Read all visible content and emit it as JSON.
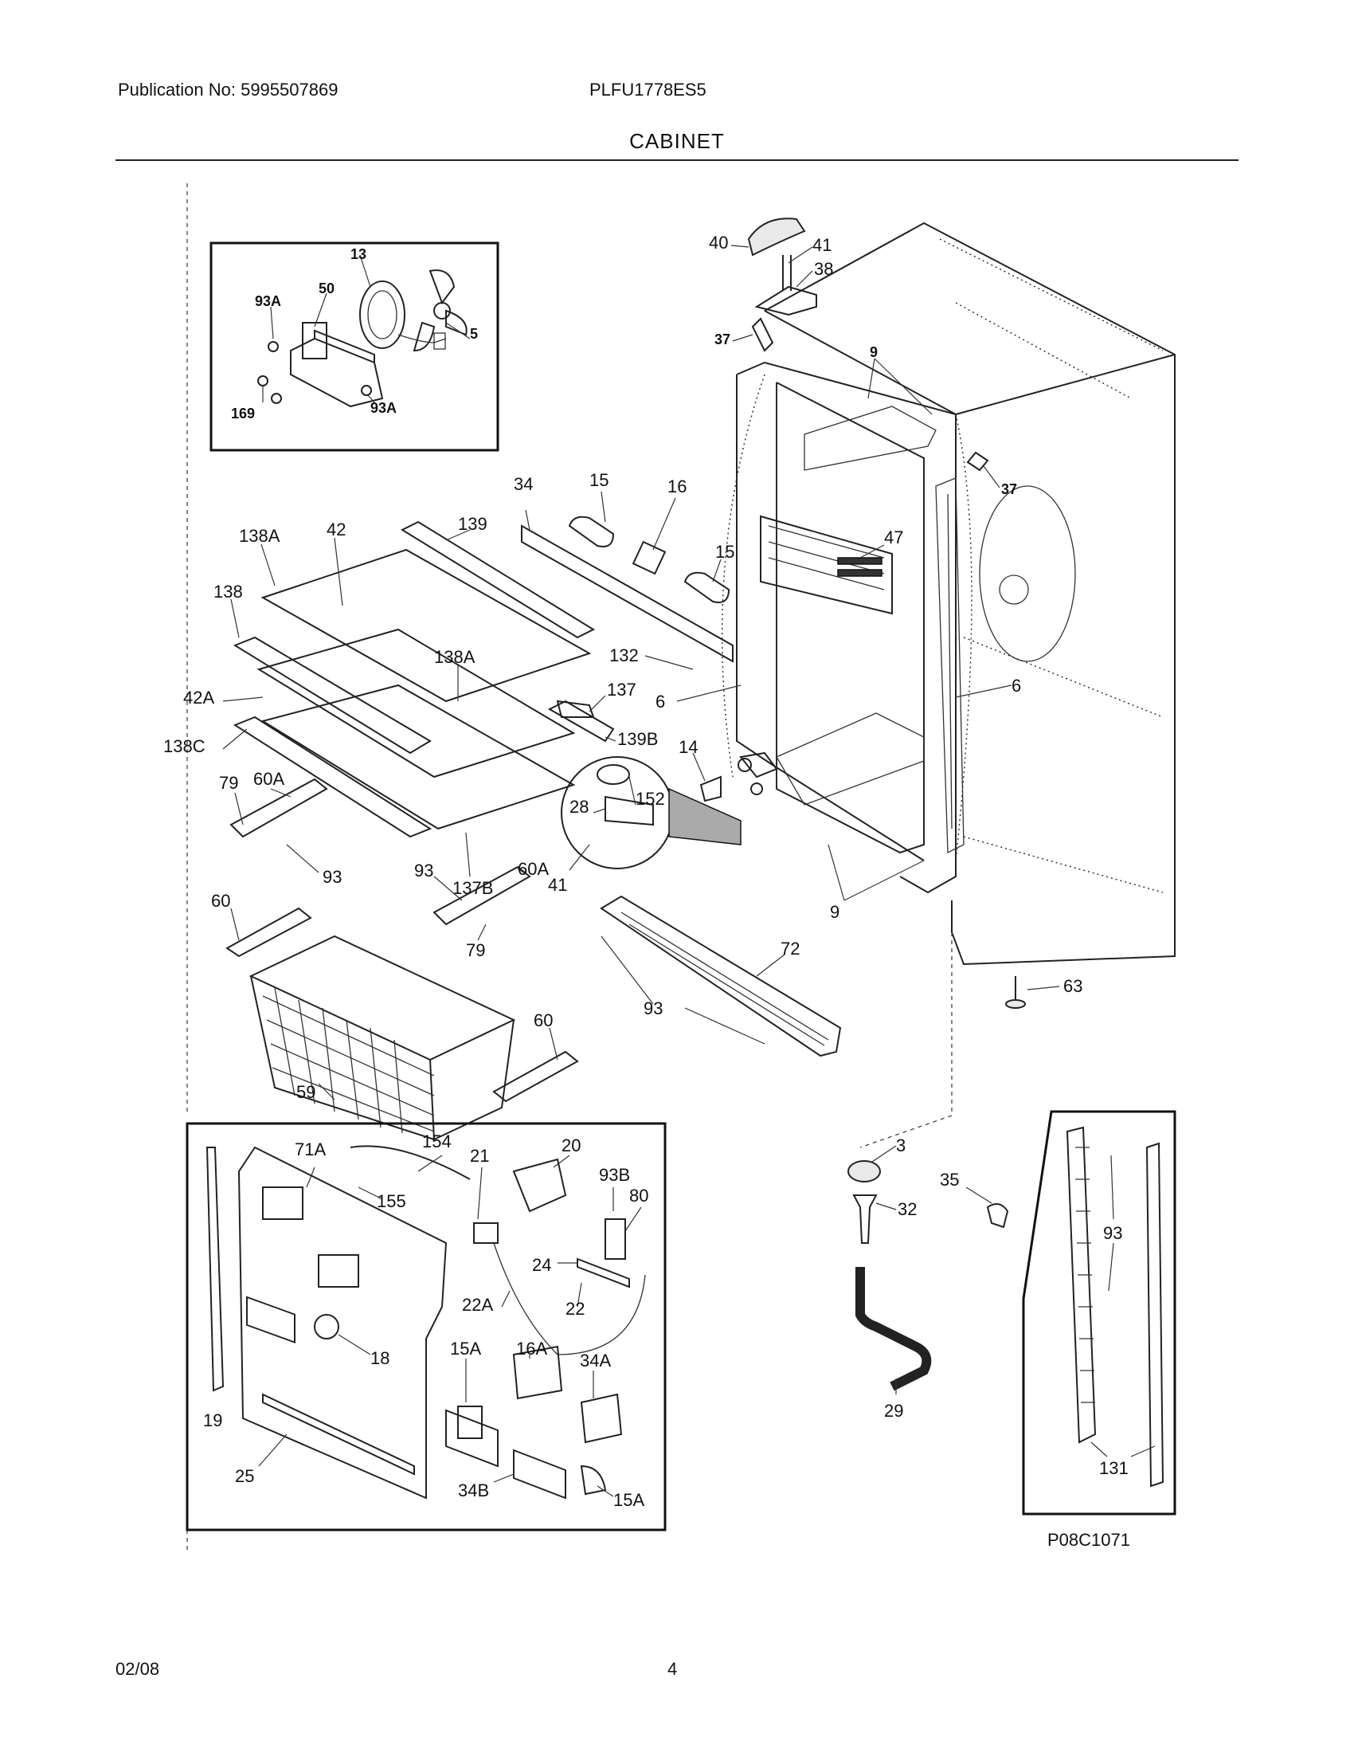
{
  "header": {
    "publication": "Publication No: 5995507869",
    "model": "PLFU1778ES5",
    "section_title": "CABINET"
  },
  "footer": {
    "date": "02/08",
    "page": "4"
  },
  "diagram": {
    "code": "P08C1071",
    "callouts": {
      "c13": "13",
      "c50": "50",
      "c93a_1": "93A",
      "c5": "5",
      "c169": "169",
      "c93a_2": "93A",
      "c40": "40",
      "c41_top": "41",
      "c38": "38",
      "c37_top": "37",
      "c9_top": "9",
      "c37_right": "37",
      "c47": "47",
      "c6_left": "6",
      "c6_right": "6",
      "c9_bottom": "9",
      "c34": "34",
      "c15_a": "15",
      "c16": "16",
      "c15_b": "15",
      "c132": "132",
      "c137": "137",
      "c139": "139",
      "c42": "42",
      "c138a_1": "138A",
      "c138": "138",
      "c138a_2": "138A",
      "c42a": "42A",
      "c138c": "138C",
      "c139b": "139B",
      "c137b": "137B",
      "c14": "14",
      "c28": "28",
      "c152": "152",
      "c41_mid": "41",
      "c79_a": "79",
      "c60a_a": "60A",
      "c93_a": "93",
      "c60a_b": "60A",
      "c93_b": "93",
      "c79_b": "79",
      "c60_a": "60",
      "c59": "59",
      "c60_b": "60",
      "c72": "72",
      "c93_c": "93",
      "c63": "63",
      "c71a": "71A",
      "c154": "154",
      "c21": "21",
      "c20": "20",
      "c93b": "93B",
      "c80": "80",
      "c155": "155",
      "c24": "24",
      "c22a": "22A",
      "c22": "22",
      "c18": "18",
      "c15a_a": "15A",
      "c16a": "16A",
      "c34a": "34A",
      "c19": "19",
      "c25": "25",
      "c34b": "34B",
      "c15a_b": "15A",
      "c3": "3",
      "c32": "32",
      "c35": "35",
      "c93_d": "93",
      "c29": "29",
      "c131": "131"
    }
  }
}
